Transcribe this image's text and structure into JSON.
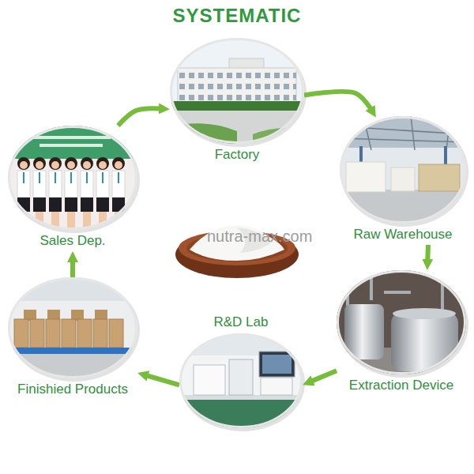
{
  "diagram": {
    "title": "SYSTEMATIC",
    "nodes": [
      {
        "text": [
          "Factory"
        ]
      },
      {
        "text": [
          "Raw Warehouse"
        ]
      },
      {
        "text": [
          "Extraction Device"
        ]
      },
      {
        "text": [
          "R&D Lab"
        ]
      },
      {
        "text": [
          "Finishied Products"
        ]
      },
      {
        "text": [
          "Sales Dep."
        ]
      }
    ],
    "edges": [
      {
        "from": 0,
        "to": 1,
        "arrow": "to"
      },
      {
        "from": 1,
        "to": 2,
        "arrow": "to"
      },
      {
        "from": 2,
        "to": 3,
        "arrow": "to"
      },
      {
        "from": 3,
        "to": 4,
        "arrow": "to"
      },
      {
        "from": 4,
        "to": 5,
        "arrow": "to"
      },
      {
        "from": 5,
        "to": 0,
        "arrow": "to"
      }
    ],
    "labels": [
      "nutra-max.com"
    ]
  }
}
